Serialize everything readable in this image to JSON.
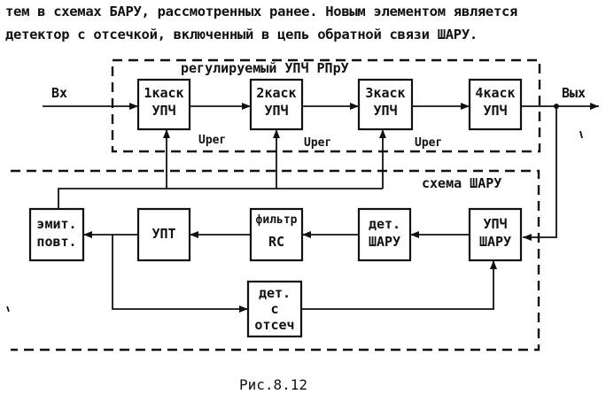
{
  "text": {
    "line1": "тем в схемах БАРУ, рассмотренных ранее. Новым элементом является",
    "line2": "детектор с отсечкой, включенный в цепь обратной связи ШАРУ."
  },
  "diagram": {
    "group_top_label": "регулируемый УПЧ  РПрУ",
    "group_bottom_label": "схема ШАРУ",
    "input_label": "Вх",
    "output_label": "Вых",
    "u_reg": "Uрег",
    "blocks": {
      "upch1": [
        "1каск",
        "УПЧ"
      ],
      "upch2": [
        "2каск",
        "УПЧ"
      ],
      "upch3": [
        "3каск",
        "УПЧ"
      ],
      "upch4": [
        "4каск",
        "УПЧ"
      ],
      "emit": [
        "эмит.",
        "повт."
      ],
      "upt": [
        "УПТ"
      ],
      "filter": [
        "фильтр",
        "RC"
      ],
      "det_sharu": [
        "дет.",
        "ШАРУ"
      ],
      "upch_sharu": [
        "УПЧ",
        "ШАРУ"
      ],
      "det_cutoff": [
        "дет.",
        "с",
        "отсеч"
      ]
    },
    "caption": "Рис.8.12"
  }
}
